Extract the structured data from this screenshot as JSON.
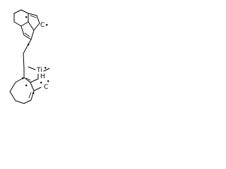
{
  "structure": {
    "atoms": {
      "carbon_radical": "C",
      "titanium": "Ti",
      "titanium_hydride": "H",
      "radical_dot": "•"
    },
    "colors": {
      "ink": "#000000",
      "background": "#ffffff"
    }
  }
}
